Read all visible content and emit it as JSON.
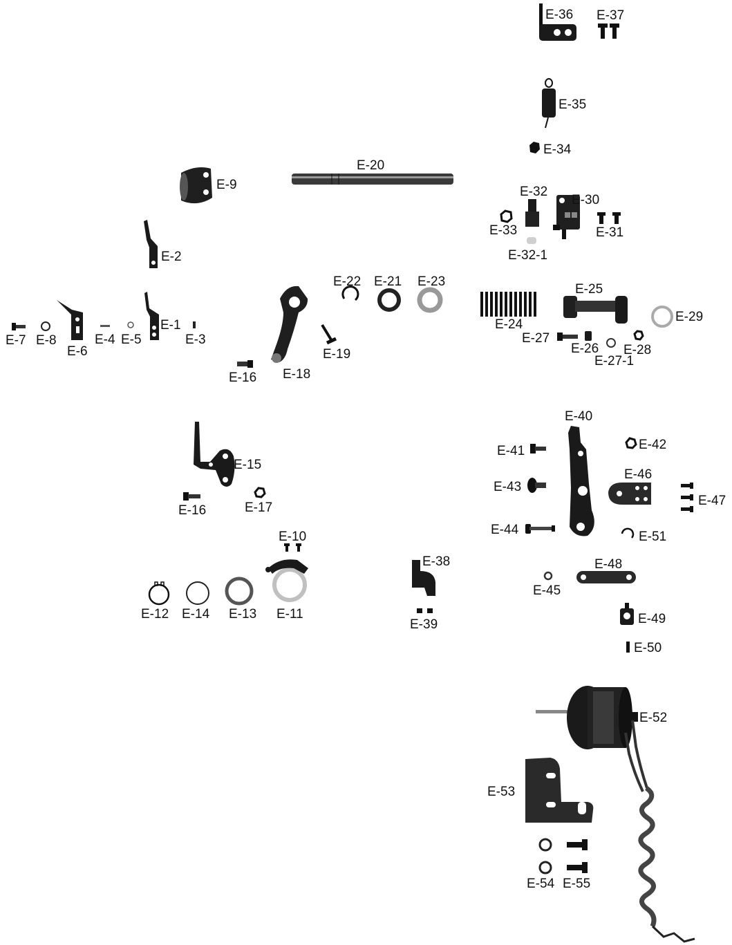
{
  "diagram": {
    "labels": [
      "E-36",
      "E-37",
      "E-35",
      "E-34",
      "E-20",
      "E-9",
      "E-32",
      "E-30",
      "E-33",
      "E-31",
      "E-32-1",
      "E-2",
      "E-22",
      "E-21",
      "E-23",
      "E-25",
      "E-24",
      "E-29",
      "E-27",
      "E-26",
      "E-28",
      "E-27-1",
      "E-7",
      "E-8",
      "E-6",
      "E-4",
      "E-5",
      "E-1",
      "E-3",
      "E-19",
      "E-16",
      "E-18",
      "E-40",
      "E-42",
      "E-41",
      "E-15",
      "E-46",
      "E-43",
      "E-47",
      "E-16",
      "E-17",
      "E-44",
      "E-51",
      "E-10",
      "E-38",
      "E-48",
      "E-12",
      "E-14",
      "E-13",
      "E-11",
      "E-45",
      "E-49",
      "E-39",
      "E-50",
      "E-52",
      "E-53",
      "E-54",
      "E-55"
    ]
  }
}
